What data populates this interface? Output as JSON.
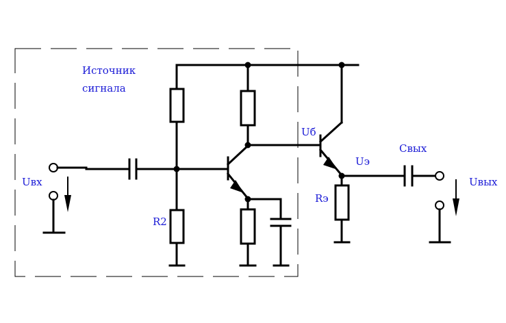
{
  "labels": {
    "source_line1": "Источник",
    "source_line2": "сигнала",
    "u_in": "Uвх",
    "r2": "R2",
    "u_b": "Uб",
    "u_e": "Uэ",
    "r_e": "Rэ",
    "c_out": "Свых",
    "u_out": "Uвых"
  },
  "colors": {
    "label": "#1a1ad6",
    "wire": "#000000"
  }
}
